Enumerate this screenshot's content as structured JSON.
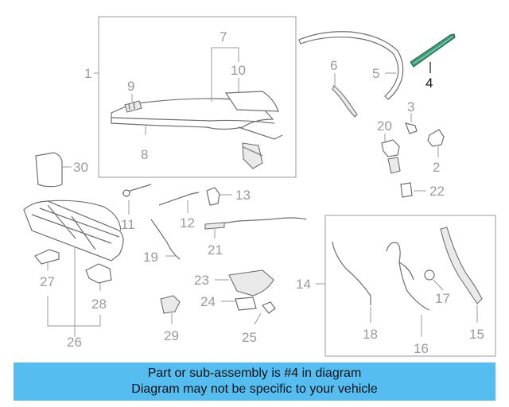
{
  "callouts": {
    "c1": "1",
    "c2": "2",
    "c3": "3",
    "c4": "4",
    "c5": "5",
    "c6": "6",
    "c7": "7",
    "c8": "8",
    "c9": "9",
    "c10": "10",
    "c11": "11",
    "c12": "12",
    "c13": "13",
    "c14": "14",
    "c15": "15",
    "c16": "16",
    "c17": "17",
    "c18": "18",
    "c19": "19",
    "c20": "20",
    "c21": "21",
    "c22": "22",
    "c23": "23",
    "c24": "24",
    "c25": "25",
    "c26": "26",
    "c27": "27",
    "c28": "28",
    "c29": "29",
    "c30": "30"
  },
  "highlighted_part": "4",
  "colors": {
    "banner": "#55bdf0",
    "highlight": "#3c9e7a",
    "line": "#6f6f6f",
    "label": "#9a9a9a"
  },
  "banner": {
    "line1": "Part or sub-assembly is #4 in diagram",
    "line2": "Diagram may not be specific to your vehicle"
  }
}
